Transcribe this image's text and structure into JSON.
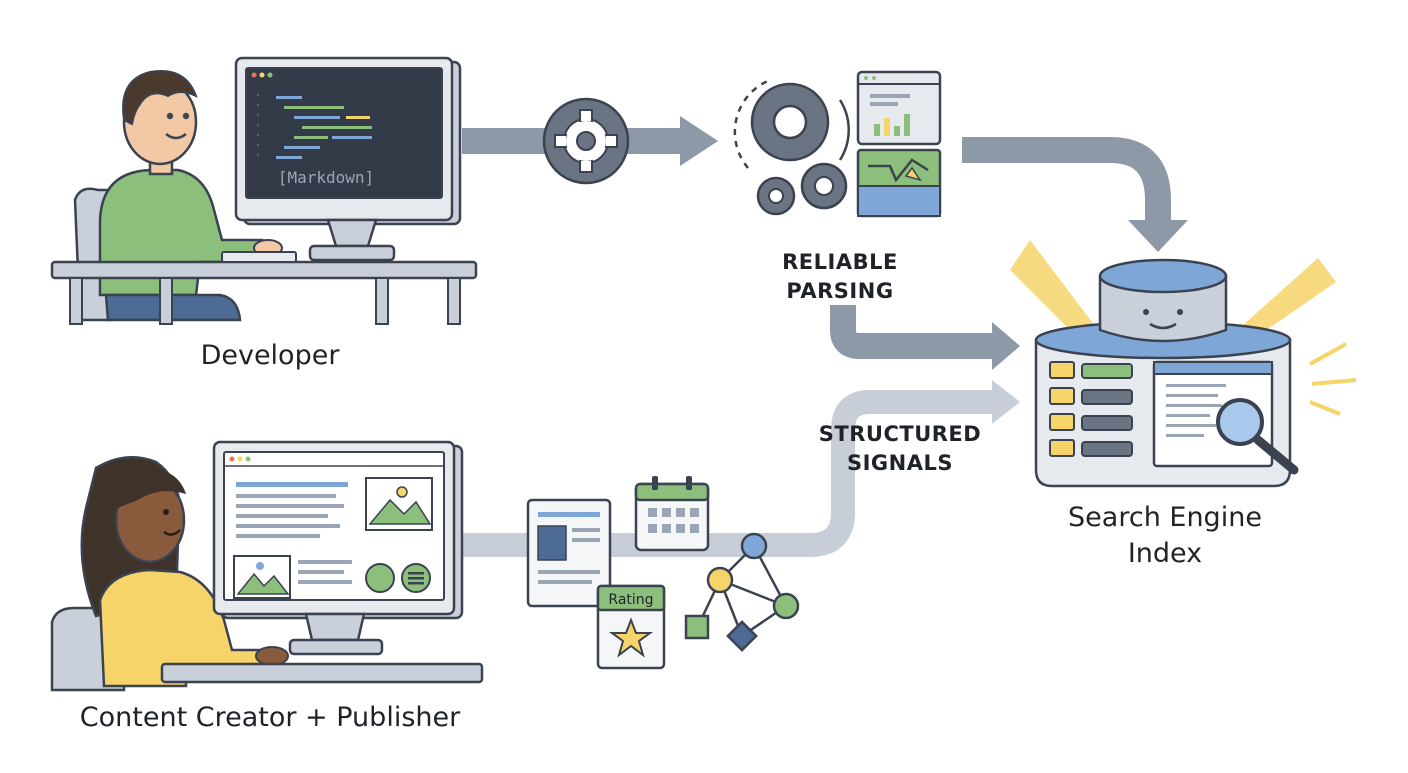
{
  "labels": {
    "developer": "Developer",
    "creator": "Content Creator + Publisher",
    "index_line1": "Search Engine",
    "index_line2": "Index",
    "parsing_line1": "RELIABLE",
    "parsing_line2": "PARSING",
    "signals_line1": "STRUCTURED",
    "signals_line2": "SIGNALS",
    "markdown": "[Markdown]",
    "rating": "Rating"
  },
  "colors": {
    "outline": "#3b4250",
    "arrow": "#8e99a8",
    "arrow_light": "#c7ced8",
    "green": "#8cbf7c",
    "blue": "#7ea7d8",
    "yellow": "#f6d46a",
    "screen_dark": "#333b48",
    "skin_light": "#f2c9a4",
    "skin_dark": "#8a5a3c",
    "hair_dark": "#3f3228"
  },
  "icons": [
    "gear-icon",
    "gears-icon",
    "chart-icon",
    "map-icon",
    "document-icon",
    "calendar-icon",
    "star-icon",
    "graph-icon",
    "database-icon",
    "folder-icon",
    "magnifier-icon",
    "share-icon",
    "menu-icon"
  ]
}
